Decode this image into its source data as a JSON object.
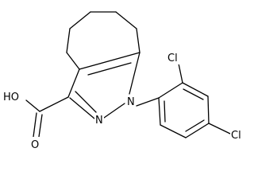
{
  "molecule": {
    "atoms": {
      "oh": "HO",
      "o_carbonyl": "O",
      "n_pyrazole_2": "N",
      "n_pyrazole_1": "N",
      "cl_ortho": "Cl",
      "cl_para": "Cl"
    }
  }
}
